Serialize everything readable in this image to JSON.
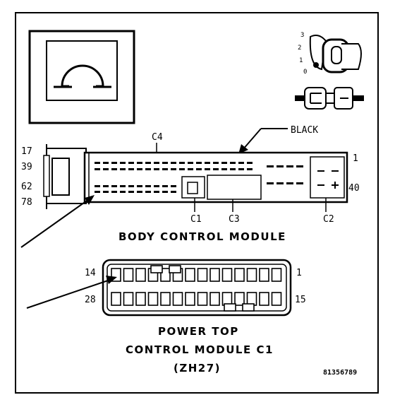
{
  "labels": {
    "black": "BLACK",
    "c4": "C4",
    "c1": "C1",
    "c3": "C3",
    "c2": "C2",
    "pin_17": "17",
    "pin_39": "39",
    "pin_62": "62",
    "pin_78": "78",
    "pin_1_right": "1",
    "pin_40": "40",
    "bcm_title": "BODY CONTROL MODULE",
    "pin_14": "14",
    "pin_28": "28",
    "pin_1_top": "1",
    "pin_15": "15",
    "ptcm_title_line1": "POWER TOP",
    "ptcm_title_line2": "CONTROL MODULE C1",
    "ptcm_title_line3": "(ZH27)",
    "figure_id": "81356789"
  },
  "key_positions": [
    "3",
    "2",
    "1",
    "0"
  ],
  "icons": {
    "module_symbol": "omega-icon",
    "ignition_key": "ignition-key-icon",
    "connector_pair": "connector-icon"
  }
}
